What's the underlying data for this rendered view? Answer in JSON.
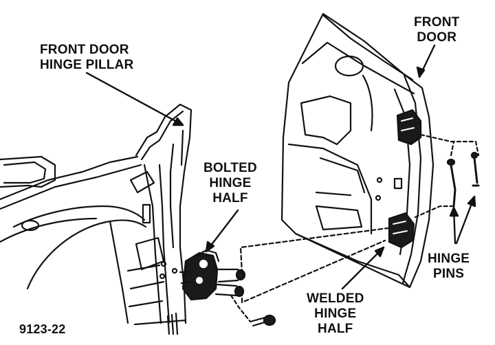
{
  "labels": {
    "front_door_hinge_pillar": [
      "FRONT DOOR",
      "HINGE PILLAR"
    ],
    "front_door": [
      "FRONT",
      "DOOR"
    ],
    "bolted_hinge_half": [
      "BOLTED",
      "HINGE",
      "HALF"
    ],
    "hinge_pins": [
      "HINGE",
      "PINS"
    ],
    "welded_hinge_half": [
      "WELDED",
      "HINGE",
      "HALF"
    ]
  },
  "figure_number": "9123-22",
  "colors": {
    "ink": "#111111",
    "paper": "#ffffff"
  }
}
